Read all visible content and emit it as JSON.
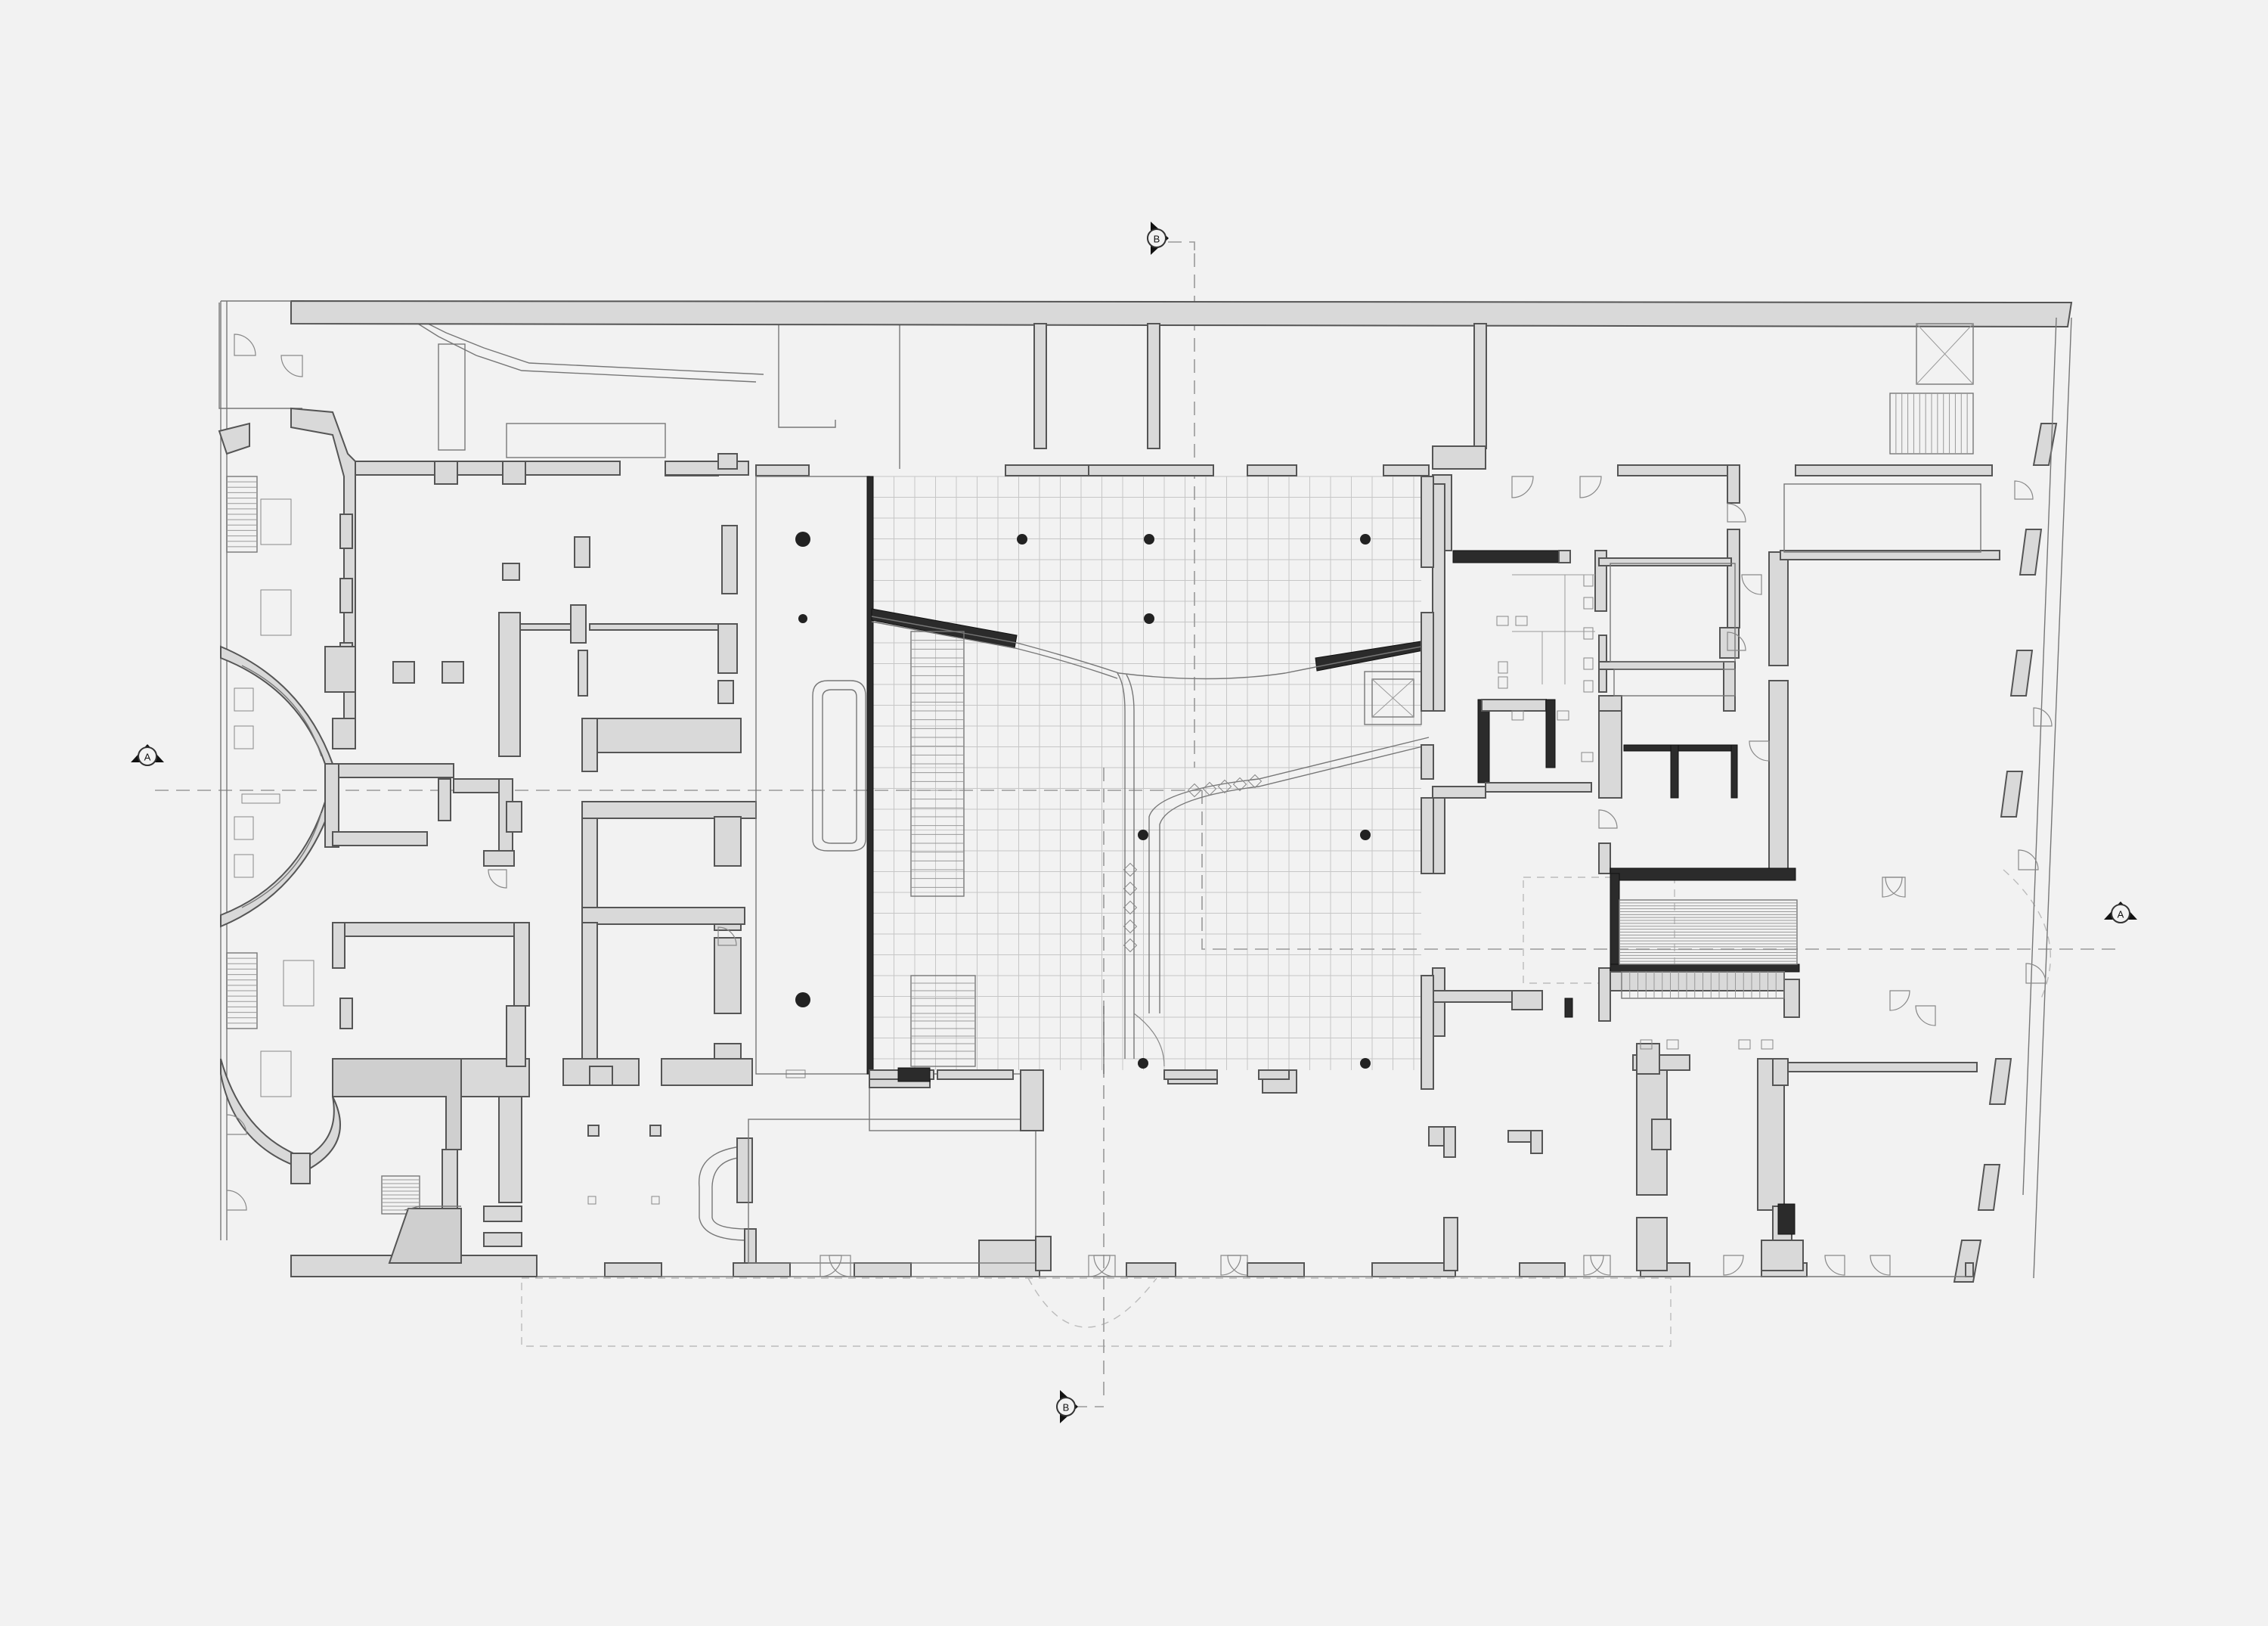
{
  "section_markers": [
    {
      "id": "marker-a-west",
      "label": "A"
    },
    {
      "id": "marker-a-east",
      "label": "A"
    },
    {
      "id": "marker-b-north",
      "label": "B"
    },
    {
      "id": "marker-b-south",
      "label": "B"
    }
  ],
  "colors": {
    "background": "#f2f2f2",
    "wall_fill": "#d9d9d9",
    "wall_stroke": "#555555",
    "new_wall": "#2b2b2b",
    "grid": "#c6c6c6",
    "column": "#222222"
  }
}
